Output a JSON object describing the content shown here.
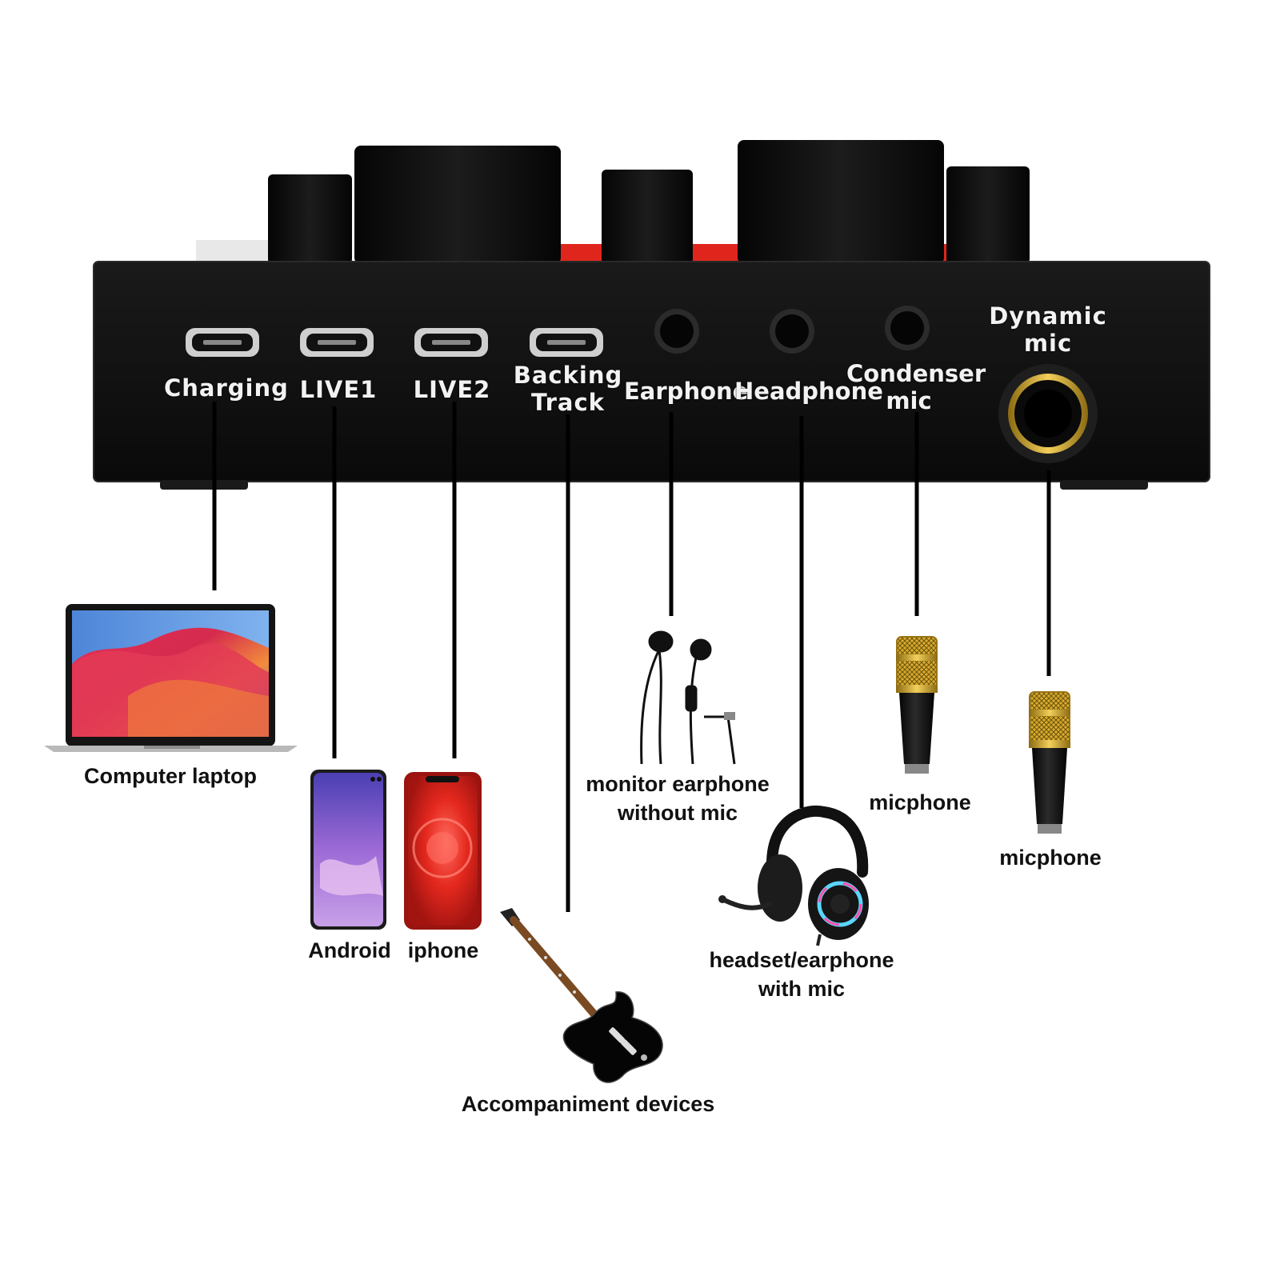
{
  "ports": {
    "charging": "Charging",
    "live1": "LIVE1",
    "live2": "LIVE2",
    "backing_track": [
      "Backing",
      "Track"
    ],
    "earphone": "Earphone",
    "headphone": "Headphone",
    "condenser_mic": [
      "Condenser",
      "mic"
    ],
    "dynamic_mic": [
      "Dynamic",
      "mic"
    ]
  },
  "devices": {
    "laptop": "Computer laptop",
    "android": "Android",
    "iphone": "iphone",
    "accompaniment": "Accompaniment devices",
    "monitor_earphone": [
      "monitor earphone",
      "without mic"
    ],
    "headset": [
      "headset/earphone",
      "with mic"
    ],
    "condenser_microphone": "micphone",
    "dynamic_microphone": "micphone"
  },
  "colors": {
    "device_body": "#0d0d0d",
    "accent_red": "#e0261c",
    "gold": "#d4a526",
    "line": "#000000"
  }
}
